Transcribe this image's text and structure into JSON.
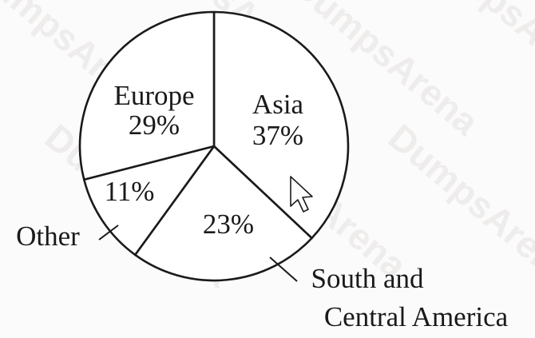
{
  "watermark": "DumpsArena",
  "colors": {
    "ink": "#1a1a1a",
    "slice_fill": "#ffffff"
  },
  "chart_data": {
    "type": "pie",
    "title": "",
    "slices": [
      {
        "category": "Asia",
        "value": 37,
        "value_label": "37%"
      },
      {
        "category": "South and Central America",
        "value": 23,
        "value_label": "23%",
        "label_lines": [
          "South and",
          "Central America"
        ]
      },
      {
        "category": "Other",
        "value": 11,
        "value_label": "11%"
      },
      {
        "category": "Europe",
        "value": 29,
        "value_label": "29%"
      }
    ],
    "start_angle_deg": 0,
    "direction": "clockwise",
    "legend": "none",
    "callouts": [
      "South and Central America",
      "Other"
    ]
  },
  "pointer": "mouse-cursor-icon"
}
